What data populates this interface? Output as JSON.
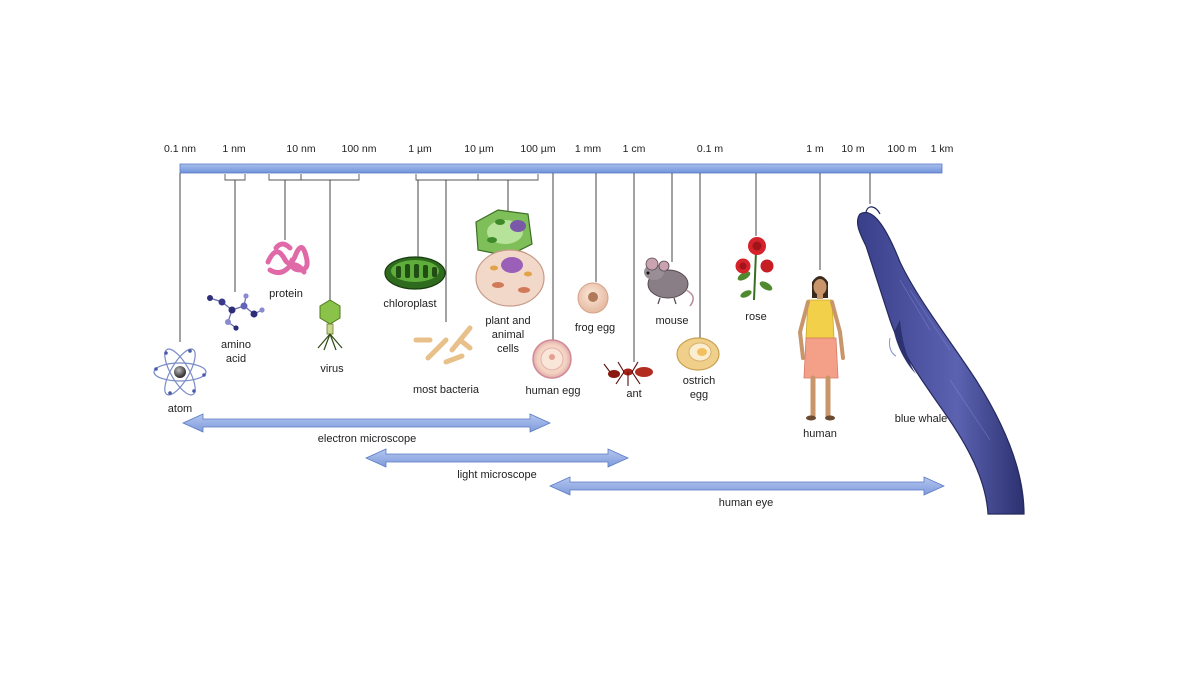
{
  "scale": {
    "ticks": [
      "0.1 nm",
      "1 nm",
      "10 nm",
      "100 nm",
      "1 µm",
      "10 µm",
      "100 µm",
      "1 mm",
      "1 cm",
      "0.1 m",
      "1 m",
      "10 m",
      "100 m",
      "1 km"
    ],
    "bar_color": "#7d9fe0"
  },
  "objects": {
    "atom": "atom",
    "amino_acid": [
      "amino",
      "acid"
    ],
    "protein": "protein",
    "virus": "virus",
    "chloroplast": "chloroplast",
    "most_bacteria": "most bacteria",
    "plant_animal_cells": [
      "plant and",
      "animal",
      "cells"
    ],
    "human_egg": "human egg",
    "frog_egg": "frog egg",
    "ant": "ant",
    "mouse": "mouse",
    "ostrich_egg": [
      "ostrich",
      "egg"
    ],
    "rose": "rose",
    "human": "human",
    "blue_whale": "blue whale"
  },
  "ranges": {
    "electron_microscope": "electron microscope",
    "light_microscope": "light microscope",
    "human_eye": "human eye",
    "arrow_color": "#8fa8e0"
  }
}
